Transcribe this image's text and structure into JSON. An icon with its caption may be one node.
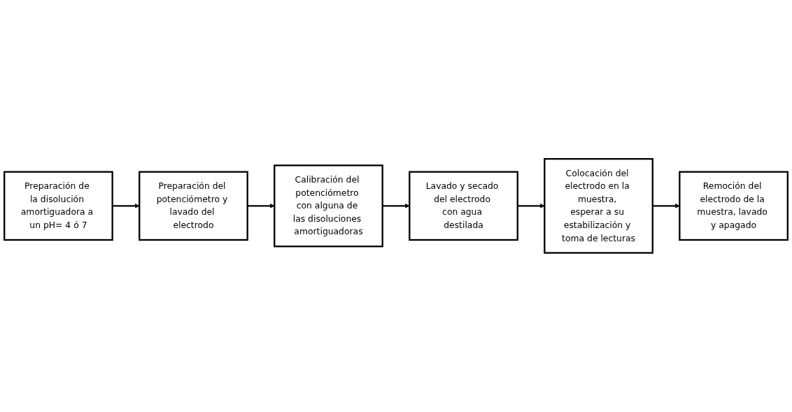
{
  "diagram": {
    "nodes": [
      {
        "text": [
          "Preparación de la disolución amortiguadora a un pH= 4 ó 7"
        ]
      },
      {
        "text": [
          "Preparación del potenciómetro y lavado del electrodo"
        ]
      },
      {
        "text": [
          "Calibración del potenciómetro con alguna de las disoluciones amortiguadoras"
        ]
      },
      {
        "text": [
          "Lavado y secado del electrodo con agua destilada"
        ]
      },
      {
        "text": [
          "Colocación del electrodo en la muestra, esperar a su estabilización y toma de lecturas"
        ]
      },
      {
        "text": [
          "Remoción del electrodo de la muestra, lavado y apagado"
        ]
      }
    ],
    "edges": [
      {
        "from": 0,
        "to": 1,
        "arrow": "to"
      },
      {
        "from": 1,
        "to": 2,
        "arrow": "to"
      },
      {
        "from": 2,
        "to": 3,
        "arrow": "to"
      },
      {
        "from": 3,
        "to": 4,
        "arrow": "to"
      },
      {
        "from": 4,
        "to": 5,
        "arrow": "to"
      }
    ]
  }
}
